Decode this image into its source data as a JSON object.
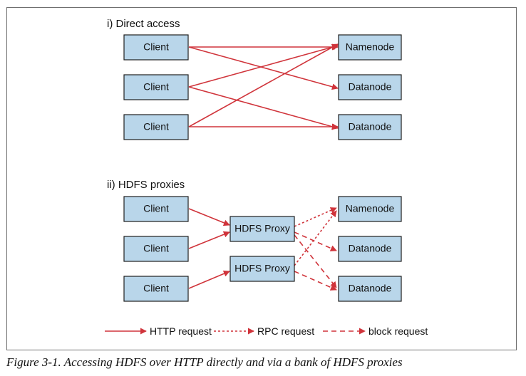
{
  "sections": {
    "direct": {
      "title": "i) Direct access",
      "clients": [
        "Client",
        "Client",
        "Client"
      ],
      "servers": [
        "Namenode",
        "Datanode",
        "Datanode"
      ]
    },
    "proxies": {
      "title": "ii) HDFS proxies",
      "clients": [
        "Client",
        "Client",
        "Client"
      ],
      "proxies": [
        "HDFS Proxy",
        "HDFS Proxy"
      ],
      "servers": [
        "Namenode",
        "Datanode",
        "Datanode"
      ]
    }
  },
  "legend": {
    "http": "HTTP request",
    "rpc": "RPC request",
    "block": "block request"
  },
  "caption": "Figure 3-1. Accessing HDFS over HTTP directly and via a bank of HDFS proxies",
  "colors": {
    "node_fill": "#b9d6ea",
    "arrow": "#d0343b"
  }
}
